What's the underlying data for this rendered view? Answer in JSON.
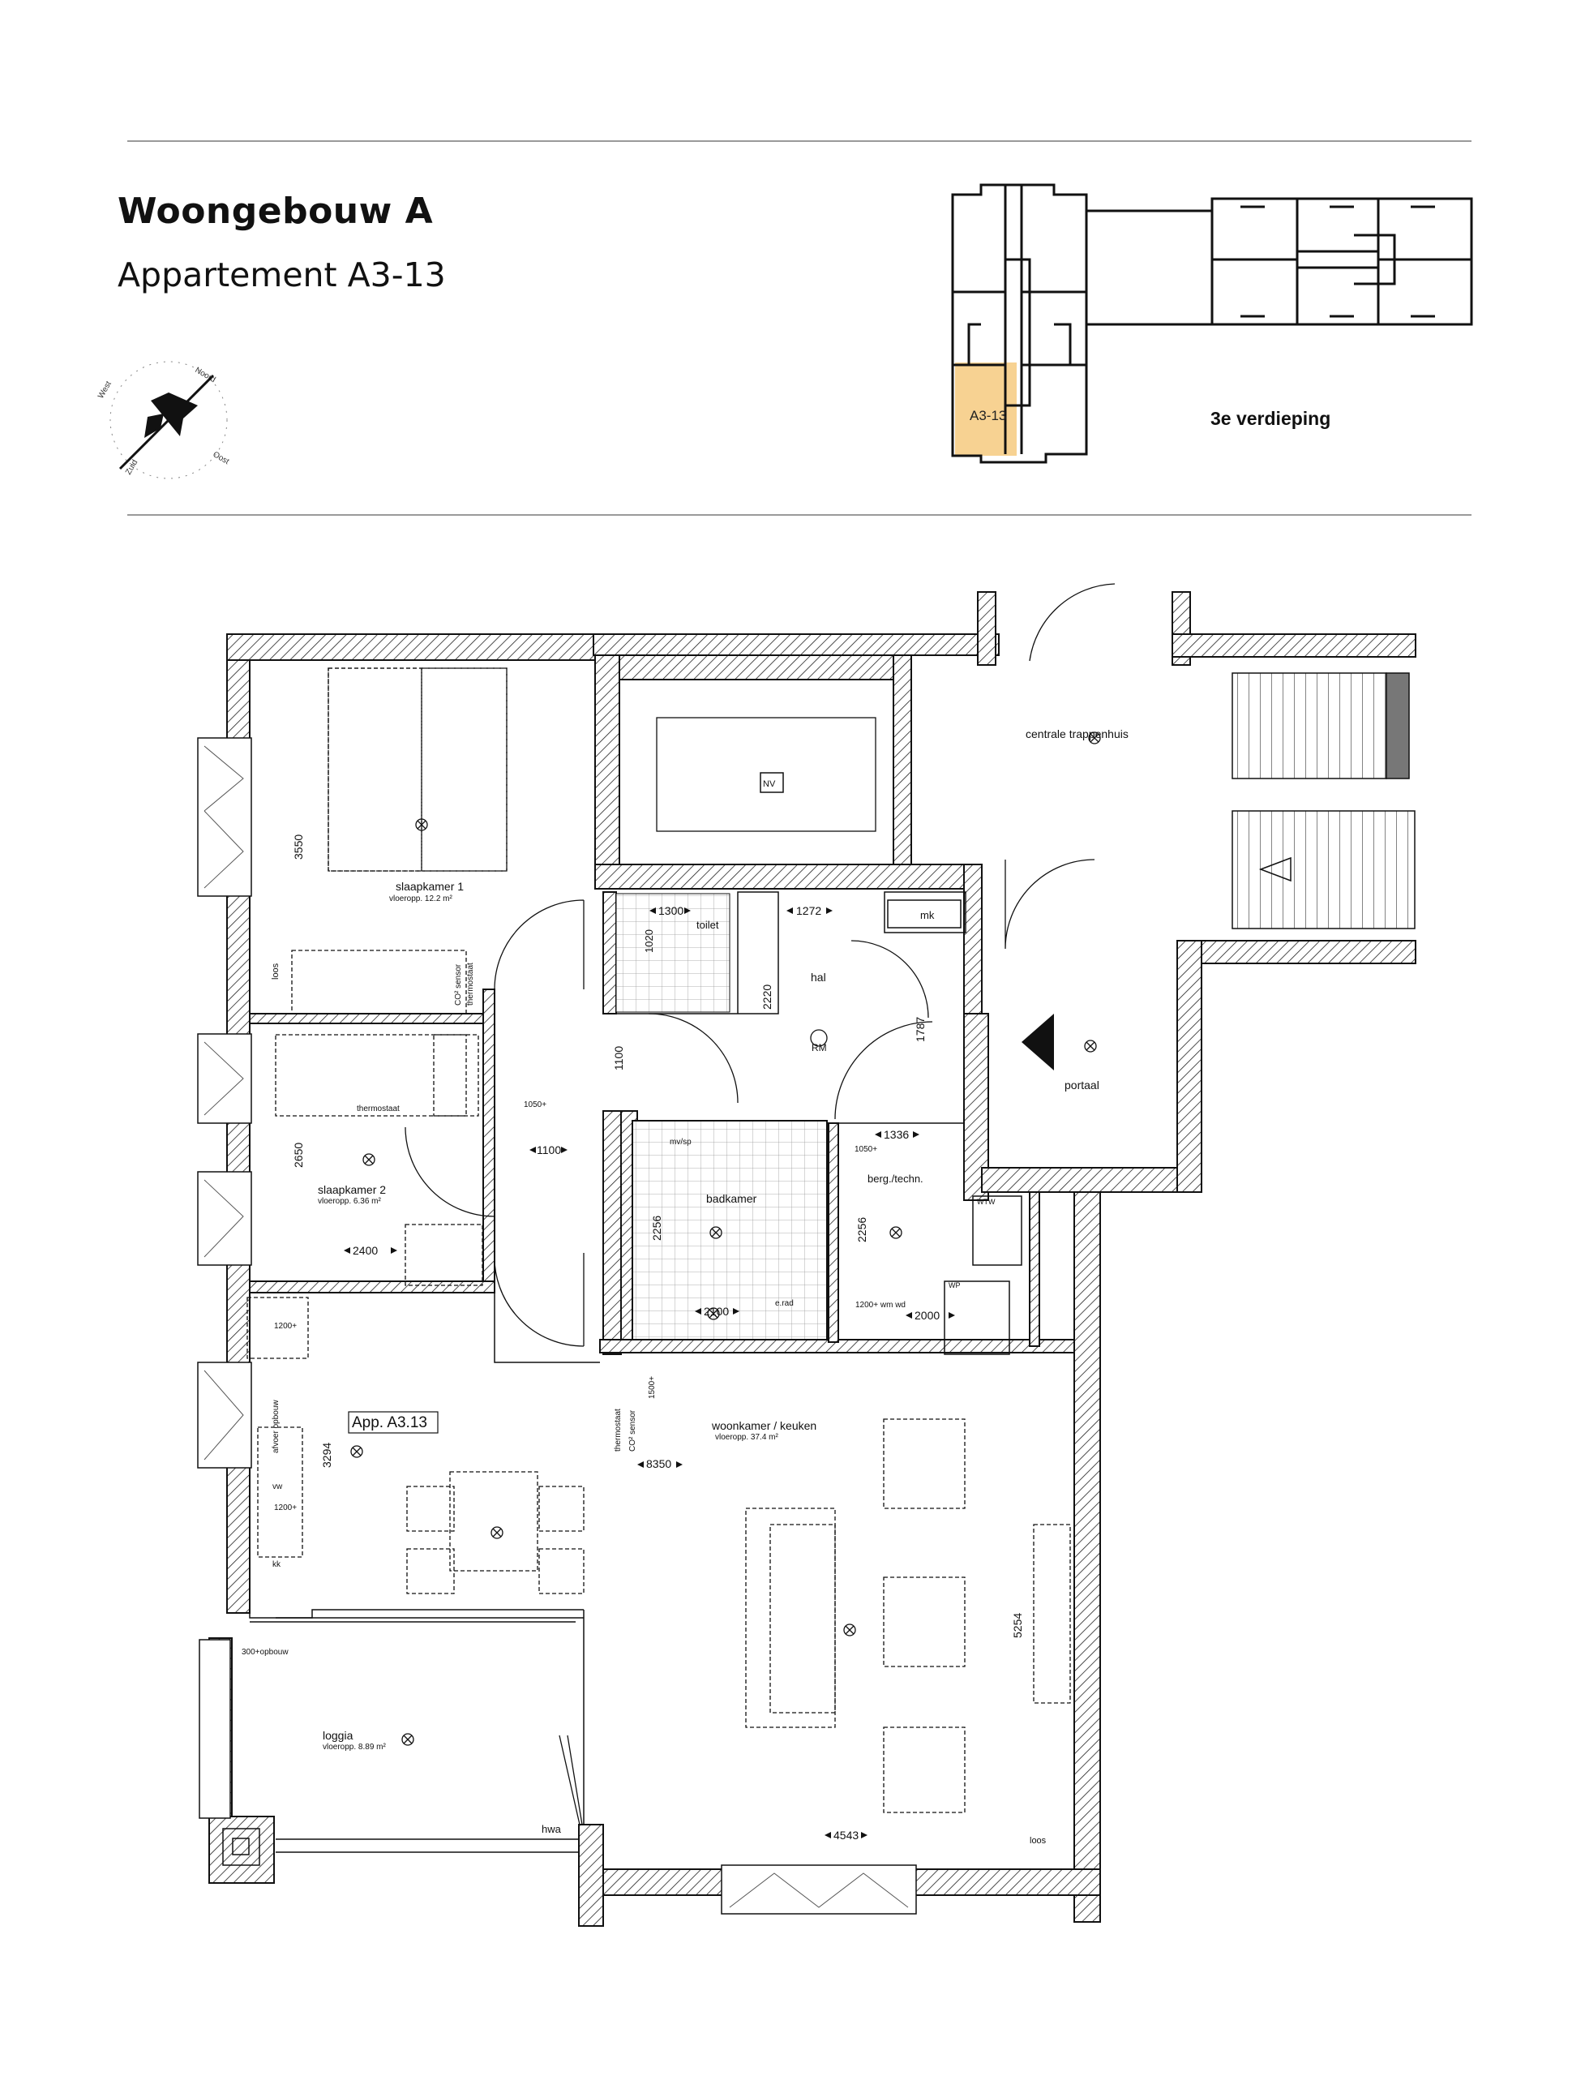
{
  "header": {
    "building": "Woongebouw  A",
    "apartment": "Appartement A3-13"
  },
  "key_plan": {
    "unit_label": "A3-13",
    "floor_label": "3e verdieping",
    "highlight_color": "#f7d292"
  },
  "compass": {
    "icon": "compass-rose-icon",
    "labels": [
      "West",
      "Noord",
      "Oost",
      "Zuid"
    ]
  },
  "floor_plan": {
    "apartment_tag": "App. A3.13",
    "rooms": {
      "slaapkamer1": {
        "name": "slaapkamer 1",
        "area": "vloeropp. 12.2 m²",
        "dim": "3550"
      },
      "slaapkamer2": {
        "name": "slaapkamer 2",
        "area": "vloeropp. 6.36 m²",
        "dim_v": "2650",
        "dim_h": "2400"
      },
      "badkamer": {
        "name": "badkamer",
        "dim_v": "2256",
        "dim_h": "2100"
      },
      "toilet": {
        "name": "toilet",
        "dim_h": "1300",
        "dim_v": "1020"
      },
      "hal": {
        "name": "hal",
        "dim_h": "1272",
        "dim_v": "2220",
        "dim_v2": "1100",
        "dim_h2": "1100"
      },
      "berg": {
        "name": "berg./techn.",
        "dim_h": "1336",
        "dim_v": "2256",
        "dim_h2": "2000"
      },
      "woonkamer": {
        "name": "woonkamer / keuken",
        "area": "vloeropp. 37.4 m²",
        "dim_h": "8350",
        "dim_v": "3294",
        "dim_v2": "5254",
        "dim_h2": "4543"
      },
      "loggia": {
        "name": "loggia",
        "area": "vloeropp. 8.89 m²"
      },
      "portaal": {
        "name": "portaal"
      },
      "trappenhuis": {
        "name": "centrale trappenhuis"
      },
      "dim_1787": "1787"
    },
    "symbols": {
      "nv": "NV",
      "mk": "mk",
      "rm": "RM",
      "hwa": "hwa",
      "loos": "loos",
      "thermostaat": "thermostaat",
      "co2": "CO² sensor",
      "afvoer": "afvoer opbouw",
      "opbouw300": "300+opbouw",
      "h1050": "1050+",
      "h1200": "1200+",
      "h1500": "1500+",
      "wm": "1200+ wm wd",
      "wp": "WP",
      "wtw": "WTW",
      "ev": "e.rad",
      "mvsp": "mv/sp",
      "kk": "kk",
      "vw": "vw"
    }
  }
}
